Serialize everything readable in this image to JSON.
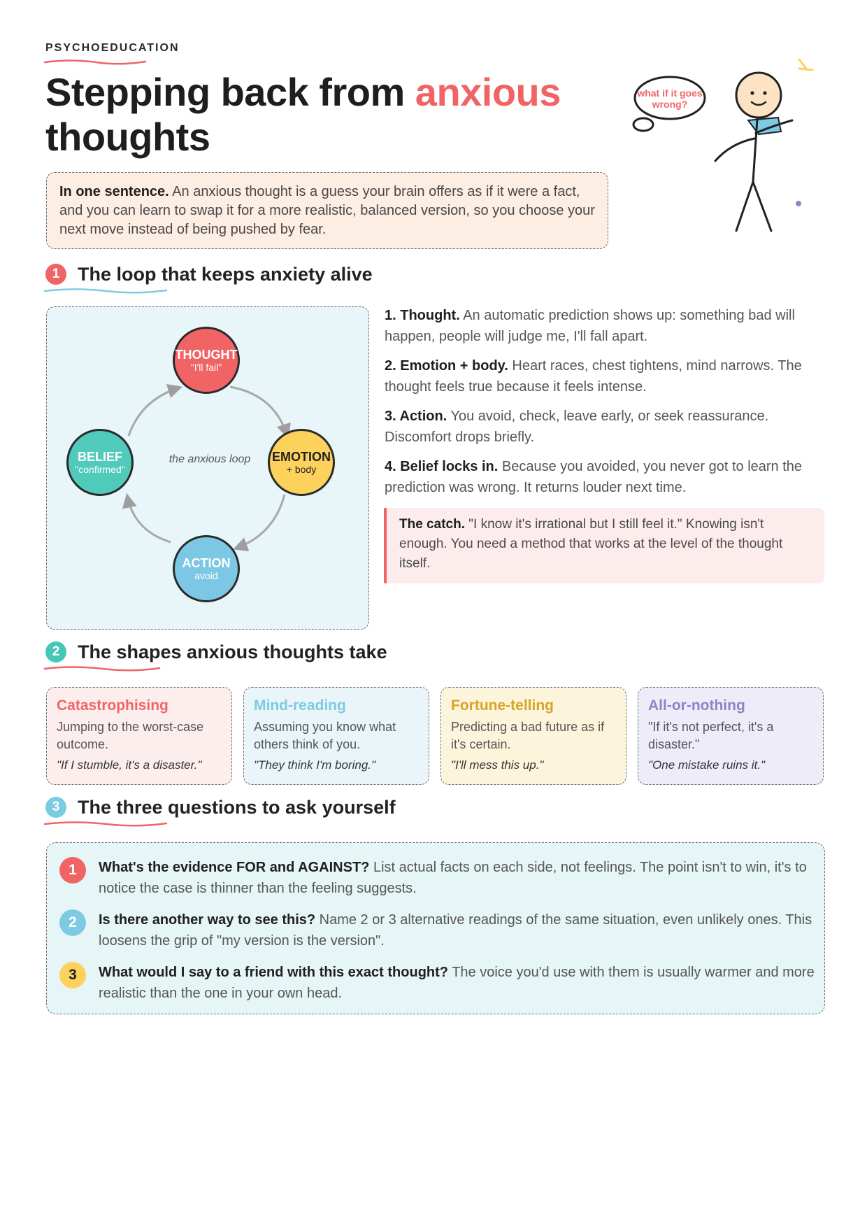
{
  "eyebrow": "PSYCHOEDUCATION",
  "title": {
    "part1": "Stepping back from ",
    "accent": "anxious",
    "part2": " thoughts"
  },
  "bubble_text": "what if it goes wrong?",
  "summary": {
    "lead": "In one sentence.",
    "text": " An anxious thought is a guess your brain offers as if it were a fact, and you can learn to swap it for a more realistic, balanced version, so you choose your next move instead of being pushed by fear."
  },
  "sections": [
    {
      "number": "1",
      "title": "The loop that keeps anxiety alive",
      "color": "#f06466"
    },
    {
      "number": "2",
      "title": "The shapes anxious thoughts take",
      "color": "#45c7b8"
    },
    {
      "number": "3",
      "title": "The three questions to ask yourself",
      "color": "#7ccbe2"
    }
  ],
  "loop": {
    "center_label": "the anxious loop",
    "nodes": [
      {
        "label": "THOUGHT",
        "sub": "\"I'll fail\"",
        "color": "#f06466"
      },
      {
        "label": "EMOTION",
        "sub": "+ body",
        "color": "#fcd25c"
      },
      {
        "label": "ACTION",
        "sub": "avoid",
        "color": "#7cc8e4"
      },
      {
        "label": "BELIEF",
        "sub": "\"confirmed\"",
        "color": "#4fcabb"
      }
    ]
  },
  "steps": [
    {
      "lead": "1. Thought.",
      "text": " An automatic prediction shows up: something bad will happen, people will judge me, I'll fall apart."
    },
    {
      "lead": "2. Emotion + body.",
      "text": " Heart races, chest tightens, mind narrows. The thought feels true because it feels intense."
    },
    {
      "lead": "3. Action.",
      "text": " You avoid, check, leave early, or seek reassurance. Discomfort drops briefly."
    },
    {
      "lead": "4. Belief locks in.",
      "text": " Because you avoided, you never got to learn the prediction was wrong. It returns louder next time."
    }
  ],
  "catch": {
    "lead": "The catch.",
    "text": " \"I know it's irrational but I still feel it.\" Knowing isn't enough. You need a method that works at the level of the thought itself."
  },
  "shapes": [
    {
      "name": "Catastrophising",
      "desc": "Jumping to the worst-case outcome.",
      "example": "\"If I stumble, it's a disaster.\"",
      "color": "#f06466",
      "bg": "#fdeeee"
    },
    {
      "name": "Mind-reading",
      "desc": "Assuming you know what others think of you.",
      "example": "\"They think I'm boring.\"",
      "color": "#7ccbe2",
      "bg": "#eaf5fa"
    },
    {
      "name": "Fortune-telling",
      "desc": "Predicting a bad future as if it's certain.",
      "example": "\"I'll mess this up.\"",
      "color": "#d9a423",
      "bg": "#fdf4dc"
    },
    {
      "name": "All-or-nothing",
      "desc": "\"If it's not perfect, it's a disaster.\"",
      "example": "\"One mistake ruins it.\"",
      "color": "#8c84c8",
      "bg": "#eeecf8"
    }
  ],
  "questions": [
    {
      "number": "1",
      "lead": "What's the evidence FOR and AGAINST?",
      "text": " List actual facts on each side, not feelings. The point isn't to win, it's to notice the case is thinner than the feeling suggests.",
      "color": "#f06466"
    },
    {
      "number": "2",
      "lead": "Is there another way to see this?",
      "text": " Name 2 or 3 alternative readings of the same situation, even unlikely ones. This loosens the grip of \"my version is the version\".",
      "color": "#7ccbe2"
    },
    {
      "number": "3",
      "lead": "What would I say to a friend with this exact thought?",
      "text": " The voice you'd use with them is usually warmer and more realistic than the one in your own head.",
      "color": "#fcd25c"
    }
  ]
}
